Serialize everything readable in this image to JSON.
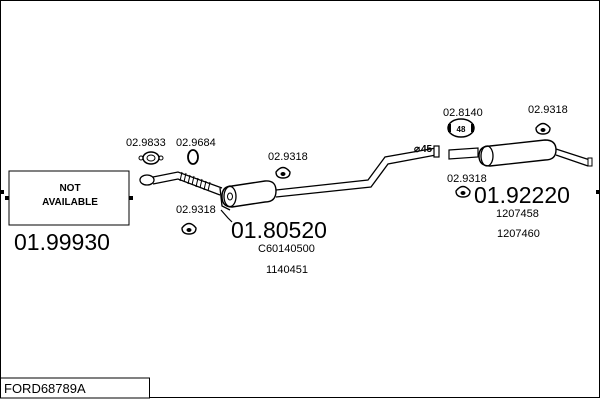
{
  "diagram": {
    "reference": "FORD68789A",
    "front": {
      "placeholder_line1": "NOT",
      "placeholder_line2": "AVAILABLE",
      "part_number": "01.99930",
      "clamp_part": "02.9318",
      "gasket_part": "02.9833",
      "ring_part": "02.9684"
    },
    "middle": {
      "part_number": "01.80520",
      "ref1": "C60140500",
      "ref2": "1140451",
      "hanger_part": "02.9318"
    },
    "rear": {
      "part_number": "01.92220",
      "ref1": "1207458",
      "ref2": "1207460",
      "clamp_part": "02.8140",
      "clamp_size": "48",
      "hanger_part_top": "02.9318",
      "hanger_part_bottom": "02.9318",
      "pipe_diameter_symbol": "⌀",
      "pipe_diameter": "45"
    }
  }
}
